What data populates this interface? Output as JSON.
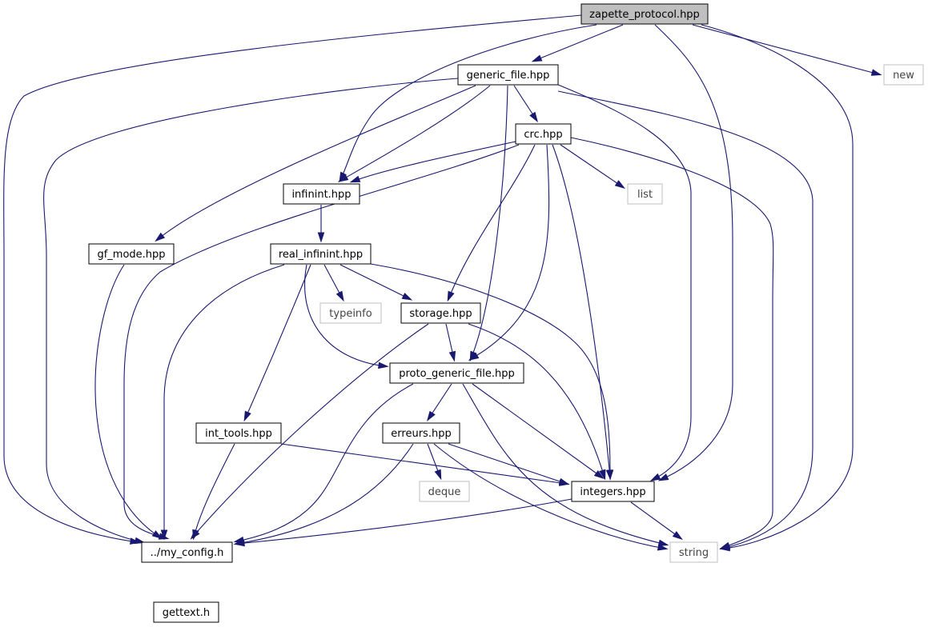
{
  "graph": {
    "stroke_color": "#191970",
    "root_fill": "#bfbfbf",
    "external_border": "#bfbfbf",
    "nodes": [
      {
        "id": "zapette",
        "label": "zapette_protocol.hpp",
        "kind": "root"
      },
      {
        "id": "generic_file",
        "label": "generic_file.hpp",
        "kind": "file"
      },
      {
        "id": "new",
        "label": "new",
        "kind": "external"
      },
      {
        "id": "crc",
        "label": "crc.hpp",
        "kind": "file"
      },
      {
        "id": "infinint",
        "label": "infinint.hpp",
        "kind": "file"
      },
      {
        "id": "list",
        "label": "list",
        "kind": "external"
      },
      {
        "id": "gf_mode",
        "label": "gf_mode.hpp",
        "kind": "file"
      },
      {
        "id": "real_infinint",
        "label": "real_infinint.hpp",
        "kind": "file"
      },
      {
        "id": "typeinfo",
        "label": "typeinfo",
        "kind": "external"
      },
      {
        "id": "storage",
        "label": "storage.hpp",
        "kind": "file"
      },
      {
        "id": "proto_generic_file",
        "label": "proto_generic_file.hpp",
        "kind": "file"
      },
      {
        "id": "int_tools",
        "label": "int_tools.hpp",
        "kind": "file"
      },
      {
        "id": "erreurs",
        "label": "erreurs.hpp",
        "kind": "file"
      },
      {
        "id": "deque",
        "label": "deque",
        "kind": "external"
      },
      {
        "id": "integers",
        "label": "integers.hpp",
        "kind": "file"
      },
      {
        "id": "my_config",
        "label": "../my_config.h",
        "kind": "file"
      },
      {
        "id": "string",
        "label": "string",
        "kind": "external"
      },
      {
        "id": "gettext",
        "label": "gettext.h",
        "kind": "file"
      }
    ],
    "edges": [
      {
        "from": "zapette",
        "to": "my_config"
      },
      {
        "from": "zapette",
        "to": "generic_file"
      },
      {
        "from": "zapette",
        "to": "infinint"
      },
      {
        "from": "zapette",
        "to": "integers"
      },
      {
        "from": "zapette",
        "to": "new"
      },
      {
        "from": "zapette",
        "to": "string"
      },
      {
        "from": "generic_file",
        "to": "my_config"
      },
      {
        "from": "generic_file",
        "to": "gf_mode"
      },
      {
        "from": "generic_file",
        "to": "infinint"
      },
      {
        "from": "generic_file",
        "to": "proto_generic_file"
      },
      {
        "from": "generic_file",
        "to": "crc"
      },
      {
        "from": "generic_file",
        "to": "integers"
      },
      {
        "from": "generic_file",
        "to": "string"
      },
      {
        "from": "crc",
        "to": "infinint"
      },
      {
        "from": "crc",
        "to": "my_config"
      },
      {
        "from": "crc",
        "to": "list"
      },
      {
        "from": "crc",
        "to": "storage"
      },
      {
        "from": "crc",
        "to": "proto_generic_file"
      },
      {
        "from": "crc",
        "to": "integers"
      },
      {
        "from": "crc",
        "to": "string"
      },
      {
        "from": "infinint",
        "to": "real_infinint"
      },
      {
        "from": "gf_mode",
        "to": "my_config"
      },
      {
        "from": "real_infinint",
        "to": "my_config"
      },
      {
        "from": "real_infinint",
        "to": "int_tools"
      },
      {
        "from": "real_infinint",
        "to": "proto_generic_file"
      },
      {
        "from": "real_infinint",
        "to": "typeinfo"
      },
      {
        "from": "real_infinint",
        "to": "storage"
      },
      {
        "from": "real_infinint",
        "to": "integers"
      },
      {
        "from": "storage",
        "to": "my_config"
      },
      {
        "from": "storage",
        "to": "proto_generic_file"
      },
      {
        "from": "storage",
        "to": "integers"
      },
      {
        "from": "proto_generic_file",
        "to": "my_config"
      },
      {
        "from": "proto_generic_file",
        "to": "erreurs"
      },
      {
        "from": "proto_generic_file",
        "to": "integers"
      },
      {
        "from": "proto_generic_file",
        "to": "string"
      },
      {
        "from": "int_tools",
        "to": "my_config"
      },
      {
        "from": "int_tools",
        "to": "integers"
      },
      {
        "from": "erreurs",
        "to": "my_config"
      },
      {
        "from": "erreurs",
        "to": "deque"
      },
      {
        "from": "erreurs",
        "to": "integers"
      },
      {
        "from": "erreurs",
        "to": "string"
      },
      {
        "from": "integers",
        "to": "my_config"
      },
      {
        "from": "integers",
        "to": "string"
      },
      {
        "from": "my_config",
        "to": "gettext"
      }
    ]
  }
}
